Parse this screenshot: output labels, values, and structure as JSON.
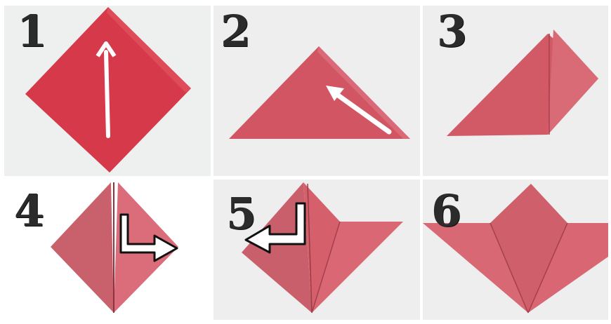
{
  "steps": [
    {
      "number": "1"
    },
    {
      "number": "2"
    },
    {
      "number": "3"
    },
    {
      "number": "4"
    },
    {
      "number": "5"
    },
    {
      "number": "6"
    }
  ],
  "colors": {
    "paper_main": "#d43a49",
    "paper_light": "#d96a75",
    "paper_shade": "#b9525d",
    "paper_pink": "#c9626c",
    "background": "#ecedec",
    "number": "#2b2b2b",
    "arrow": "#ffffff"
  },
  "icons": {
    "step1_arrow": "arrow-up-icon",
    "step2_arrow": "arrow-up-left-icon",
    "step4_arrow": "fold-right-arrow-icon",
    "step5_arrow": "fold-left-arrow-icon"
  }
}
